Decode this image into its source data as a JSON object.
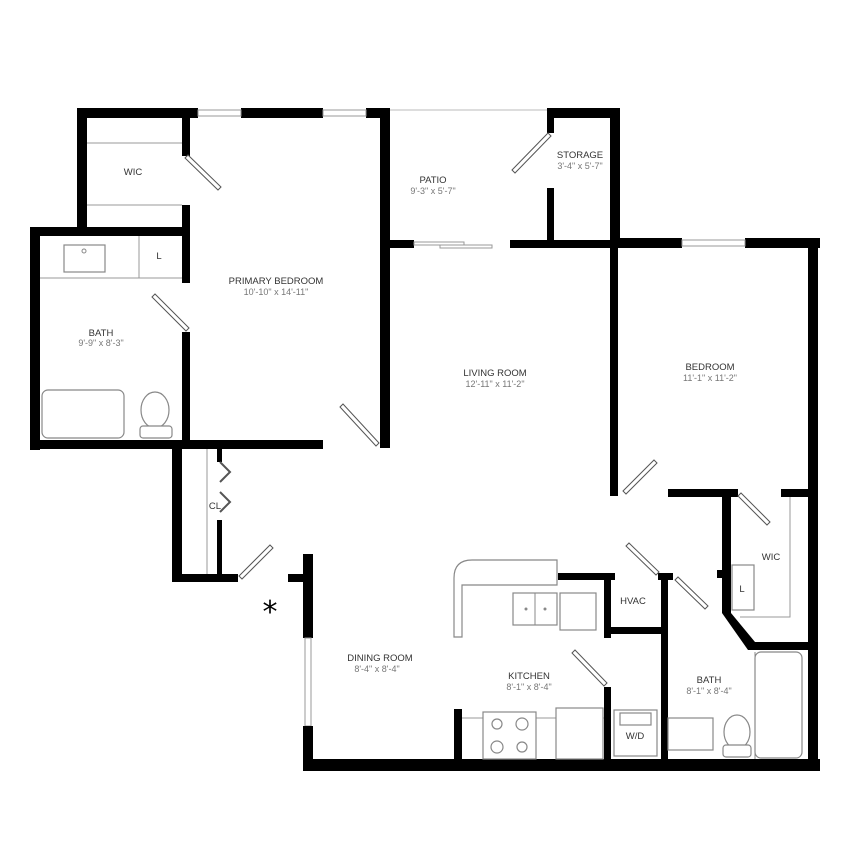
{
  "rooms": {
    "wic_primary": {
      "name": "WIC"
    },
    "patio": {
      "name": "PATIO",
      "size": "9'-3\" x 5'-7\""
    },
    "storage": {
      "name": "STORAGE",
      "size": "3'-4\" x 5'-7\""
    },
    "primary_bath_linen": {
      "name": "L"
    },
    "primary_bedroom": {
      "name": "PRIMARY BEDROOM",
      "size": "10'-10\" x 14'-11\""
    },
    "primary_bath": {
      "name": "BATH",
      "size": "9'-9\" x 8'-3\""
    },
    "living_room": {
      "name": "LIVING ROOM",
      "size": "12'-11\" x 11'-2\""
    },
    "bedroom": {
      "name": "BEDROOM",
      "size": "11'-1\" x 11'-2\""
    },
    "closet": {
      "name": "CL"
    },
    "wic_bedroom": {
      "name": "WIC"
    },
    "wic_linen": {
      "name": "L"
    },
    "hvac": {
      "name": "HVAC"
    },
    "dining_room": {
      "name": "DINING ROOM",
      "size": "8'-4\" x 8'-4\""
    },
    "kitchen": {
      "name": "KITCHEN",
      "size": "8'-1\" x 8'-4\""
    },
    "washer_dryer": {
      "name": "W/D"
    },
    "bath": {
      "name": "BATH",
      "size": "8'-1\" x 8'-4\""
    }
  },
  "entry_marker": "*",
  "colors": {
    "walls": "#000000",
    "fixtures": "#888888",
    "dimensions": "#777777"
  }
}
